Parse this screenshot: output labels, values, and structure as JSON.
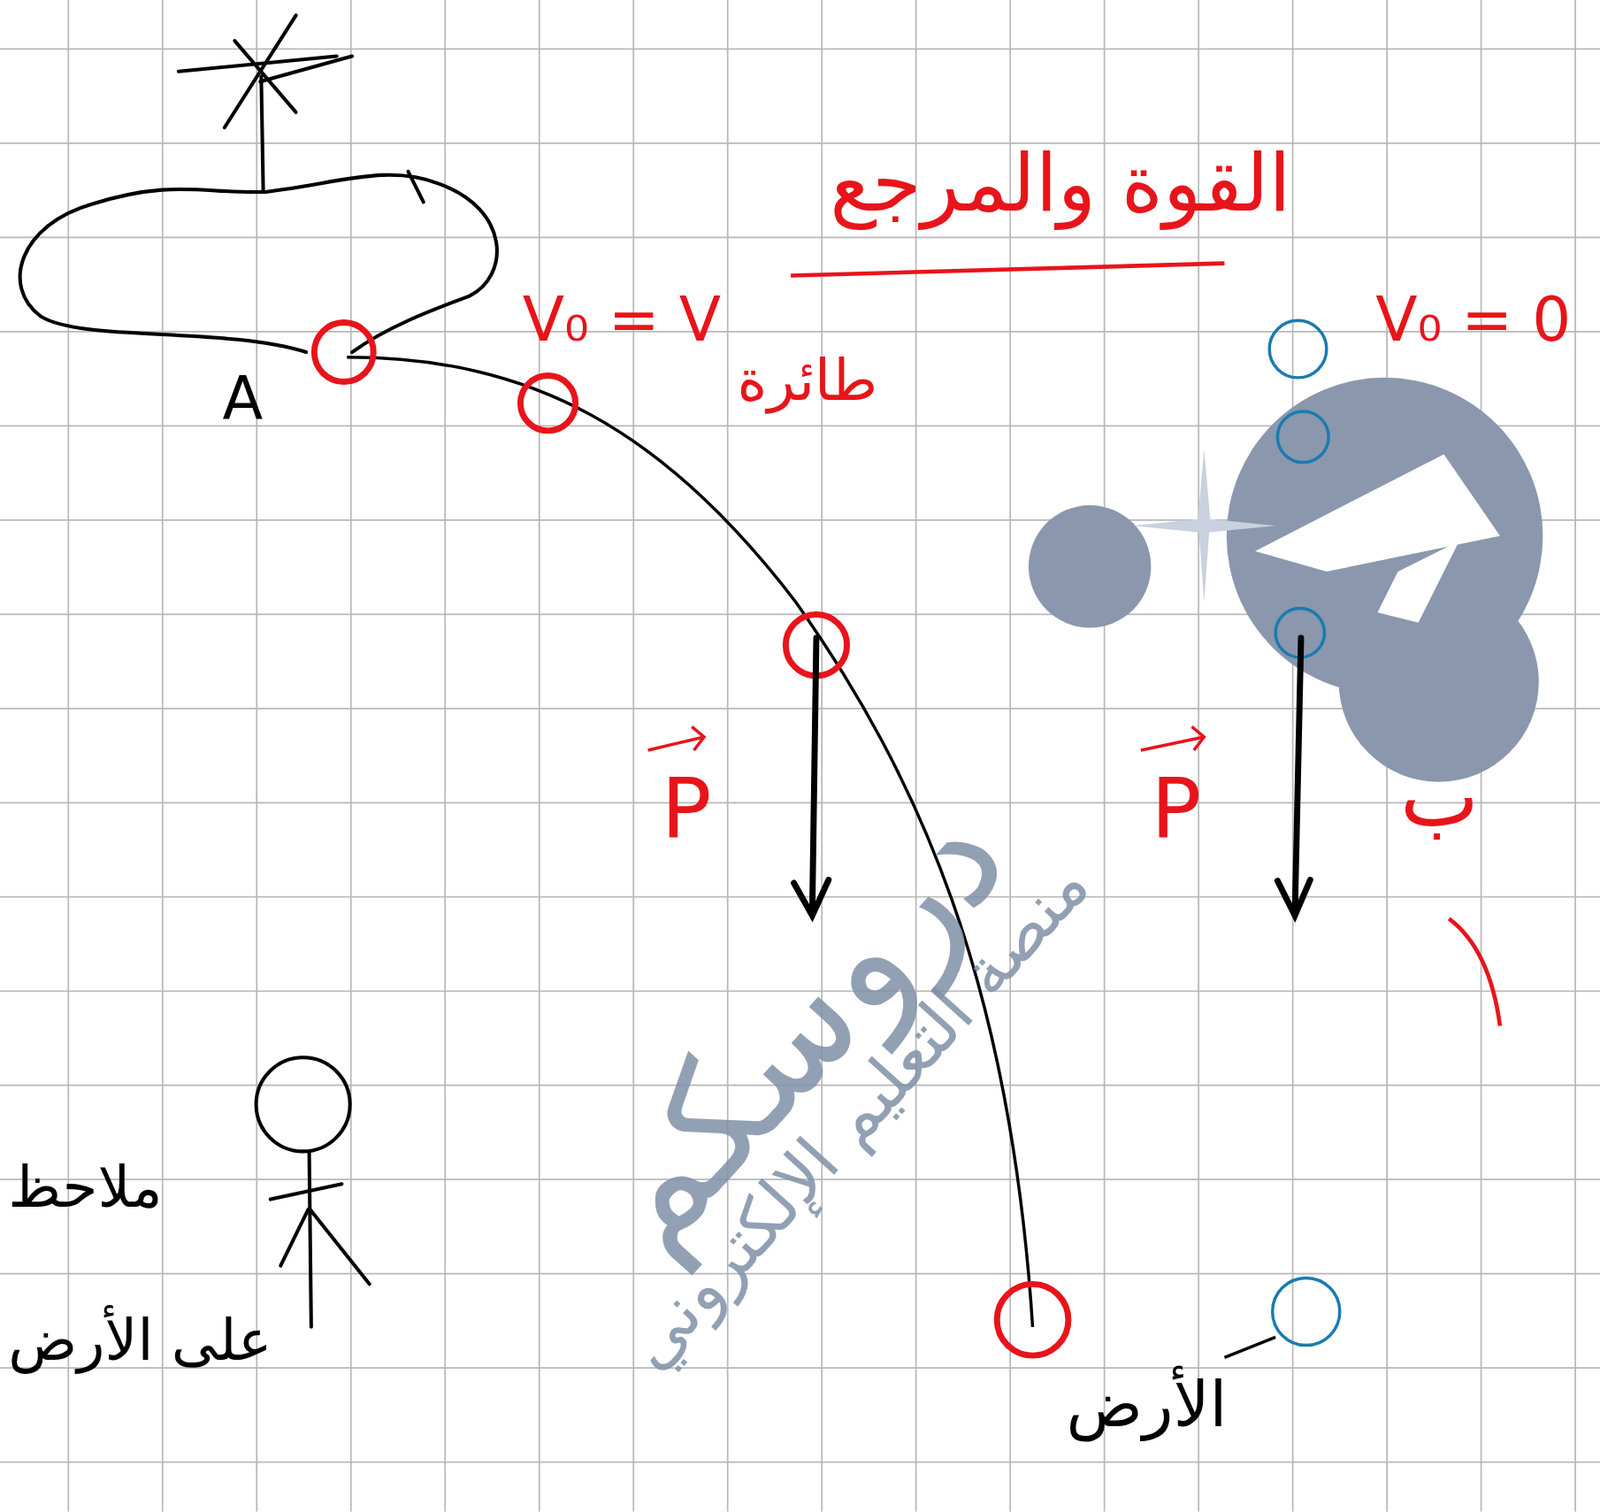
{
  "diagram": {
    "title": "القوة والمرجع",
    "labels": [
      "V₀ = V",
      "طائرة",
      "V₀ = 0",
      "A",
      "P",
      "P",
      "ب",
      "ملاحظ",
      "على الأرض",
      "الأرض",
      "دروسكم",
      "منصة التعليم الإلكتروني"
    ]
  }
}
